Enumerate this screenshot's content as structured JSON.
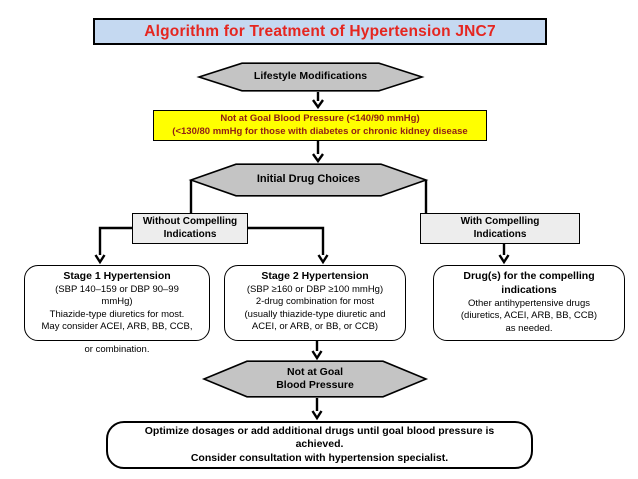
{
  "title": "Algorithm for Treatment of Hypertension JNC7",
  "colors": {
    "title_bg": "#C5D9F1",
    "title_text": "#E52620",
    "hex_fill": "#C4C4C4",
    "warning_bg": "#FFFF00",
    "warning_text": "#8F2015",
    "compelling_bg": "#EDEDED",
    "line_color": "#000000"
  },
  "nodes": {
    "lifestyle": {
      "label": "Lifestyle Modifications"
    },
    "goal_warning": {
      "line1": "Not at Goal Blood Pressure (<140/90 mmHg)",
      "line2": "(<130/80 mmHg for those with diabetes or chronic kidney disease"
    },
    "initial_drug": {
      "label": "Initial Drug Choices"
    },
    "without_compelling": {
      "line1": "Without Compelling",
      "line2": "Indications"
    },
    "with_compelling": {
      "line1": "With Compelling",
      "line2": "Indications"
    },
    "stage1": {
      "title": "Stage 1 Hypertension",
      "lines": [
        "(SBP 140–159 or DBP 90–99",
        "mmHg)",
        "Thiazide-type diuretics for most.",
        "May consider ACEI, ARB, BB, CCB,"
      ],
      "footnote": "or combination."
    },
    "stage2": {
      "title": "Stage 2 Hypertension",
      "lines": [
        "(SBP ≥160 or DBP ≥100 mmHg)",
        "2-drug combination for most",
        "(usually thiazide-type diuretic and",
        "ACEI, or ARB, or BB, or CCB)"
      ]
    },
    "compelling_drugs": {
      "title_line1": "Drug(s) for the compelling",
      "title_line2": "indications",
      "lines": [
        "Other antihypertensive drugs",
        "(diuretics, ACEI, ARB, BB, CCB)",
        "as needed."
      ]
    },
    "not_at_goal": {
      "line1": "Not at Goal",
      "line2": "Blood Pressure"
    },
    "optimize": {
      "lines": [
        "Optimize dosages or add additional drugs  until goal blood pressure is",
        "achieved.",
        "Consider consultation with hypertension specialist."
      ]
    }
  }
}
